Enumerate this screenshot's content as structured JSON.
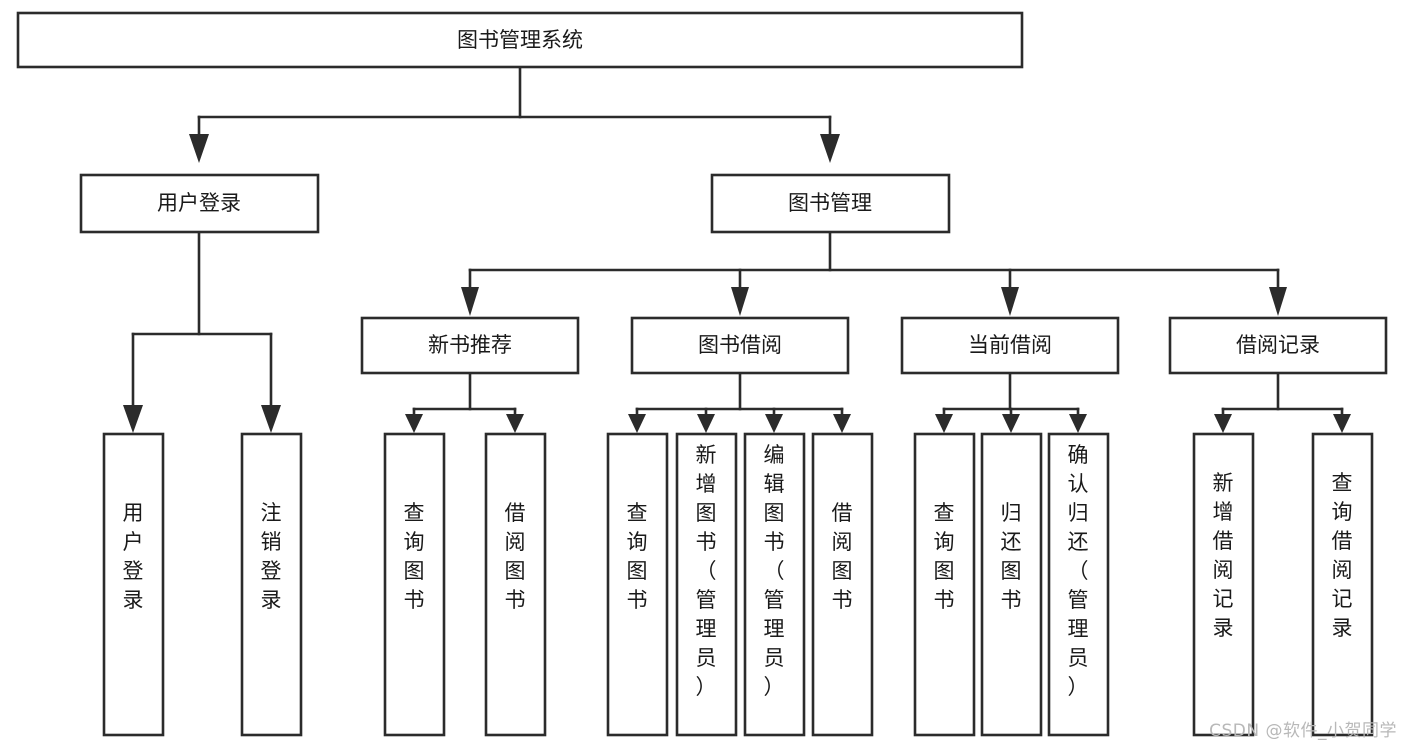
{
  "diagram": {
    "title": "图书管理系统",
    "type": "tree",
    "watermark": "CSDN @软件_小贺同学",
    "colors": {
      "stroke": "#2b2b2b",
      "box_fill": "#ffffff",
      "text": "#1a1a1a",
      "background": "#ffffff",
      "watermark": "#b8b8b8"
    },
    "nodes": {
      "root": {
        "label": "图书管理系统",
        "orientation": "horizontal"
      },
      "level1": [
        {
          "id": "user-login",
          "label": "用户登录",
          "orientation": "horizontal"
        },
        {
          "id": "book-management",
          "label": "图书管理",
          "orientation": "horizontal"
        }
      ],
      "level2": [
        {
          "id": "new-book-recommend",
          "label": "新书推荐",
          "orientation": "horizontal"
        },
        {
          "id": "book-borrow",
          "label": "图书借阅",
          "orientation": "horizontal"
        },
        {
          "id": "current-borrow",
          "label": "当前借阅",
          "orientation": "horizontal"
        },
        {
          "id": "borrow-record",
          "label": "借阅记录",
          "orientation": "horizontal"
        }
      ],
      "leaves": {
        "user-login": [
          {
            "id": "leaf-user-login",
            "label": "用户登录",
            "orientation": "vertical"
          },
          {
            "id": "leaf-logout-login",
            "label": "注销登录",
            "orientation": "vertical"
          }
        ],
        "new-book-recommend": [
          {
            "id": "leaf-query-book-1",
            "label": "查询图书",
            "orientation": "vertical"
          },
          {
            "id": "leaf-borrow-book-1",
            "label": "借阅图书",
            "orientation": "vertical"
          }
        ],
        "book-borrow": [
          {
            "id": "leaf-query-book-2",
            "label": "查询图书",
            "orientation": "vertical"
          },
          {
            "id": "leaf-add-book",
            "label": "新增图书（管理员）",
            "orientation": "vertical"
          },
          {
            "id": "leaf-edit-book",
            "label": "编辑图书（管理员）",
            "orientation": "vertical"
          },
          {
            "id": "leaf-borrow-book-2",
            "label": "借阅图书",
            "orientation": "vertical"
          }
        ],
        "current-borrow": [
          {
            "id": "leaf-query-book-3",
            "label": "查询图书",
            "orientation": "vertical"
          },
          {
            "id": "leaf-return-book",
            "label": "归还图书",
            "orientation": "vertical"
          },
          {
            "id": "leaf-confirm-return",
            "label": "确认归还（管理员）",
            "orientation": "vertical"
          }
        ],
        "borrow-record": [
          {
            "id": "leaf-add-record",
            "label": "新增借阅记录",
            "orientation": "vertical"
          },
          {
            "id": "leaf-query-record",
            "label": "查询借阅记录",
            "orientation": "vertical"
          }
        ]
      }
    }
  }
}
